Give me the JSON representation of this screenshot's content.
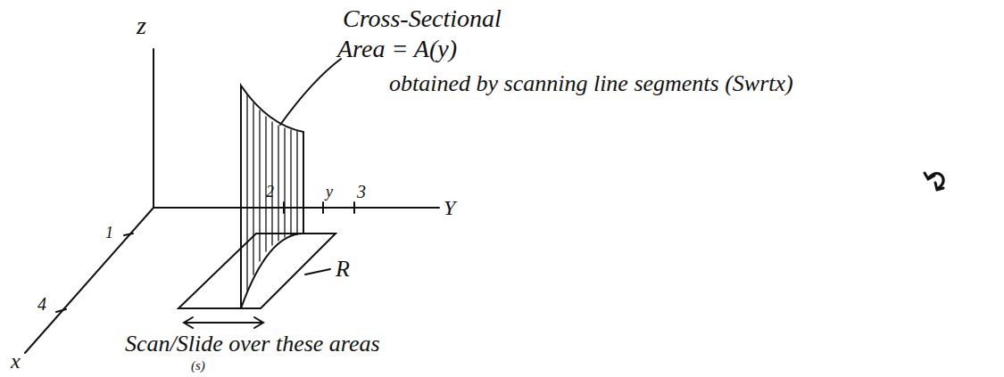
{
  "diagram": {
    "labels": [
      "z",
      "Cross-Sectional",
      "Area = A(y)",
      "obtained by scanning line segments (Swrtx)",
      "2",
      "y",
      "3",
      "Y",
      "R",
      "1",
      "4",
      "x",
      "Scan/Slide over these areas",
      "(s)"
    ]
  }
}
